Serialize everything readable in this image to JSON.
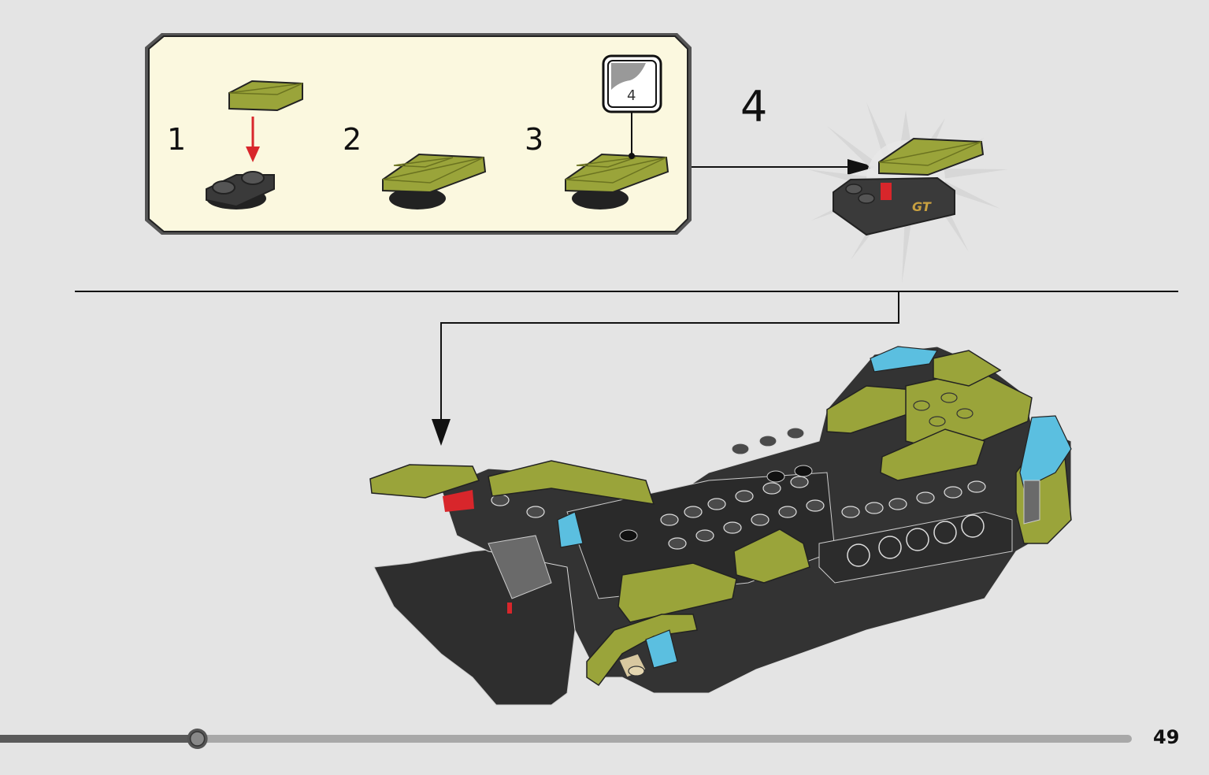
{
  "main_step": {
    "number": "4"
  },
  "substeps": [
    {
      "number": "1"
    },
    {
      "number": "2"
    },
    {
      "number": "3"
    }
  ],
  "sticker": {
    "number": "4"
  },
  "page": {
    "number": "49"
  },
  "progress": {
    "fraction": 0.175
  },
  "colors": {
    "background": "#e4e4e4",
    "callout_fill": "#fbf8df",
    "olive": "#9aa43a",
    "dark_gray": "#3a3a3a",
    "red_arrow": "#d8262b",
    "blue_accent": "#5bbfe0"
  }
}
